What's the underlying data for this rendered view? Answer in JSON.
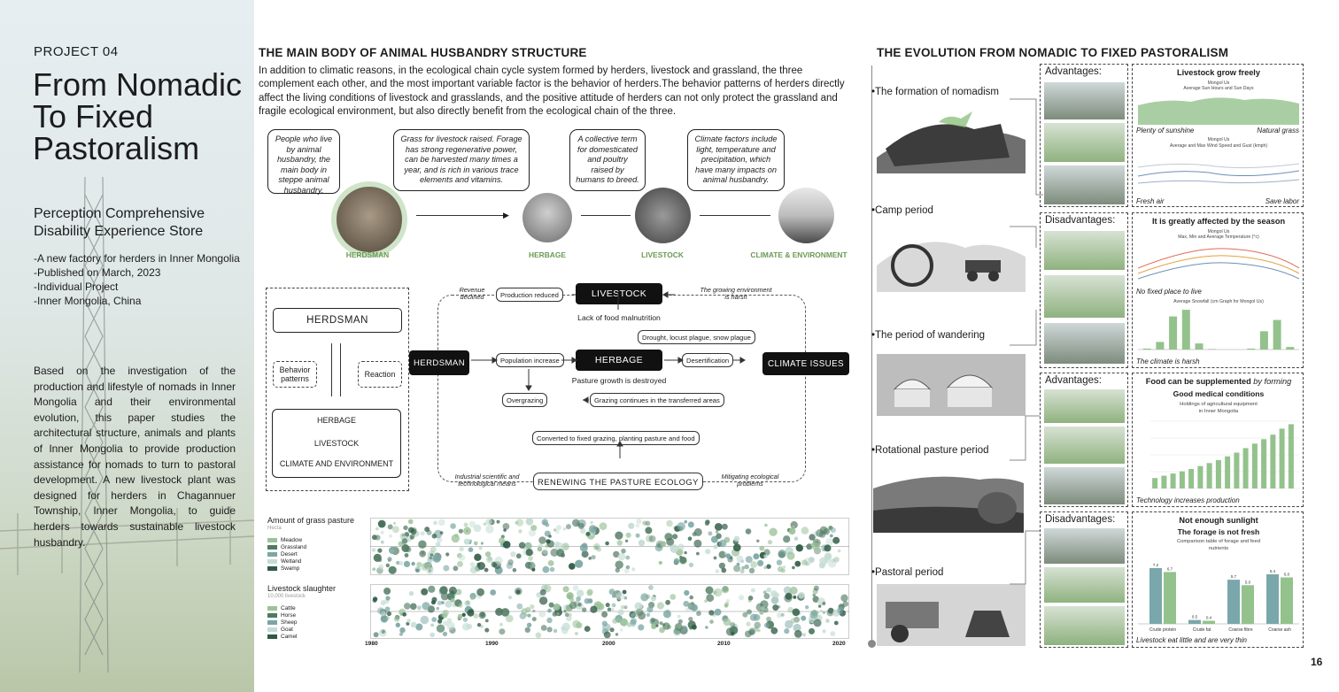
{
  "left": {
    "project": "PROJECT 04",
    "title": "From Nomadic To Fixed Pastoralism",
    "subtitle": "Perception Comprehensive Disability Experience Store",
    "meta": [
      "-A new factory for herders in Inner Mongolia",
      "-Published on March, 2023",
      "-Individual Project",
      "-Inner Mongolia, China"
    ],
    "description": "Based on the investigation of the production and lifestyle of nomads in Inner Mongolia and their environmental evolution, this paper studies the architectural structure, animals and plants of Inner Mongolia to provide production assistance for nomads to turn to pastoral development. A new livestock plant was designed for herders in Chagannuer Township, Inner Mongolia, to guide herders towards sustainable livestock husbandry."
  },
  "middle": {
    "heading": "THE MAIN BODY OF ANIMAL HUSBANDRY STRUCTURE",
    "intro": "In addition to climatic reasons, in the ecological chain cycle system formed by herders, livestock and grassland, the three complement each other, and the most important variable factor is the behavior of herders.The behavior patterns of herders directly affect the living conditions of livestock and grasslands, and the positive attitude of herders can not only protect the grassland and fragile ecological environment, but also directly benefit from the ecological chain of the three.",
    "bubbles": [
      "People who live by animal husbandry, the main body in steppe animal husbandry.",
      "Grass for livestock raised. Forage has strong regenerative power, can be harvested many times a year, and is rich in various trace elements and vitamins.",
      "A collective term for domesticated and poultry raised by humans to breed.",
      "Climate factors include light, temperature and precipitation, which have many impacts on animal husbandry."
    ],
    "circle_labels": [
      "HERDSMAN",
      "HERBAGE",
      "LIVESTOCK",
      "CLIMATE & ENVIRONMENT"
    ],
    "left_box": {
      "top": "HERDSMAN",
      "behavior": "Behavior patterns",
      "reaction": "Reaction",
      "list": [
        "HERBAGE",
        "LIVESTOCK",
        "CLIMATE AND ENVIRONMENT"
      ]
    },
    "flow": {
      "herdsman": "HERDSMAN",
      "livestock": "LIVESTOCK",
      "herbage": "HERBAGE",
      "climate": "CLIMATE ISSUES",
      "renew": "RENEWING THE PASTURE ECOLOGY",
      "production_reduced": "Production reduced",
      "revenue_declined": "Revenue declined",
      "growing_env": "The growing environment is harsh",
      "lack_food": "Lack of food malnutrition",
      "drought": "Drought, locust plague, snow plague",
      "population": "Population increase",
      "desertification": "Desertification",
      "pasture_destroyed": "Pasture growth is destroyed",
      "overgrazing": "Overgrazing",
      "grazing_continues": "Grazing continues in the transferred areas",
      "converted": "Converted to fixed grazing, planting pasture and food",
      "industrial": "Industrial scientific and technological means",
      "mitigating": "Mitigating ecological problems"
    },
    "strip1": {
      "title": "Amount of grass pasture",
      "unit": "Hecta",
      "legend": [
        "Meadow",
        "Grassland",
        "Desert",
        "Wetland",
        "Swamp"
      ]
    },
    "strip2": {
      "title": "Livestock slaughter",
      "unit": "10,000 livestock",
      "legend": [
        "Cattle",
        "Horse",
        "Sheep",
        "Goat",
        "Camel"
      ]
    },
    "years": [
      "1980",
      "1990",
      "2000",
      "2010",
      "2020"
    ],
    "legend_colors": [
      "#9cc29a",
      "#4f7a62",
      "#7aa6a4",
      "#c4dcd4",
      "#2f5a44"
    ]
  },
  "right": {
    "heading": "THE EVOLUTION FROM NOMADIC TO FIXED PASTORALISM",
    "periods": [
      "•The formation of nomadism",
      "•Camp period",
      "•The period of wandering",
      "•Rotational pasture period",
      "•Pastoral period"
    ],
    "col_heads": [
      "Advantages:",
      "Disadvantages:",
      "Advantages:",
      "Disadvantages:"
    ],
    "panel1": {
      "title": "Livestock grow freely",
      "sub1a": "Mongol Us",
      "sub1b": "Average Sun Hours and Sun Days",
      "cap_left": "Plenty of sunshine",
      "cap_right": "Natural grass",
      "sub2a": "Mongol Us",
      "sub2b": "Average and Max Wind Speed and Gust (kmph)",
      "cap2_left": "Fresh air",
      "cap2_right": "Save labor"
    },
    "panel2": {
      "title": "It is greatly affected by the season",
      "sub1a": "Mongol Us",
      "sub1b": "Max, Min and Average Temperature (°c)",
      "cap1": "No fixed place to live",
      "sub2": "Average Snowfall (cm Graph for Mongol Us)",
      "cap2": "The climate is harsh",
      "snow": [
        0.2,
        1.5,
        6.5,
        7.8,
        1.2,
        0.1,
        0.0,
        0.0,
        0.2,
        3.6,
        5.8,
        0.5
      ]
    },
    "panel3": {
      "title_bold": "Food can be supplemented",
      "title_italic": " by forming",
      "line2": "Good medical conditions",
      "sub1": "Holdings of agricultural equipment",
      "sub2": "in Inner Mongolia",
      "cap": "Technology increases production",
      "bars": [
        14,
        17,
        20,
        23,
        26,
        30,
        34,
        38,
        43,
        48,
        54,
        60,
        66,
        72,
        80,
        86
      ]
    },
    "panel4": {
      "title1": "Not enough sunlight",
      "title2": "The forage is not fresh",
      "sub1": "Comparison table of forage and feed",
      "sub2": "nutrients",
      "cap": "Livestock eat little and are very thin",
      "categories": [
        "Crude protein",
        "Crude fat",
        "Coarse fibre",
        "Coarse ash"
      ],
      "forage": [
        7.2,
        0.5,
        5.7,
        6.4
      ],
      "feed": [
        6.7,
        0.4,
        5.0,
        6.0
      ],
      "forage_labels": [
        "7.2",
        "0.5",
        "5.7",
        "6.4"
      ],
      "feed_labels": [
        "6.7",
        "0.4",
        "5.0",
        "6.0"
      ]
    }
  },
  "page_number": "16",
  "colors": {
    "green": "#6a9a55",
    "bar_green": "#93c28c",
    "bar_teal": "#7aa7ab"
  }
}
